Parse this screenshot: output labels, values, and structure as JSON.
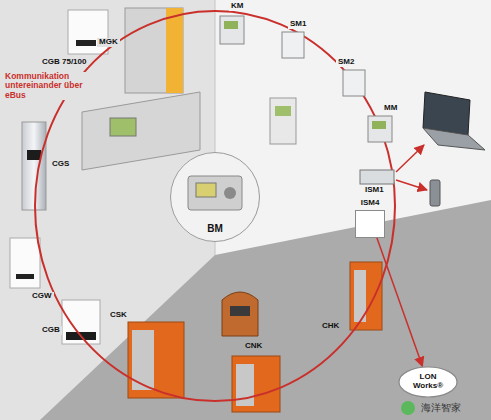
{
  "diagram": {
    "nodes": [
      {
        "text": [
          "BM"
        ]
      },
      {
        "text": [
          "ISM4"
        ]
      },
      {
        "text": [
          "LON Works®"
        ]
      }
    ],
    "edges": [
      {
        "from": 1,
        "to": 2,
        "arrow": "to"
      }
    ],
    "labels": [
      "CGB 75/100",
      "Kommunikation untereinander über eBus",
      "MGK",
      "KM",
      "SM1",
      "SM2",
      "MM",
      "ISM1",
      "CGS",
      "CGW",
      "CGB",
      "CSK",
      "CNK",
      "CHK",
      "海洋智家"
    ]
  }
}
